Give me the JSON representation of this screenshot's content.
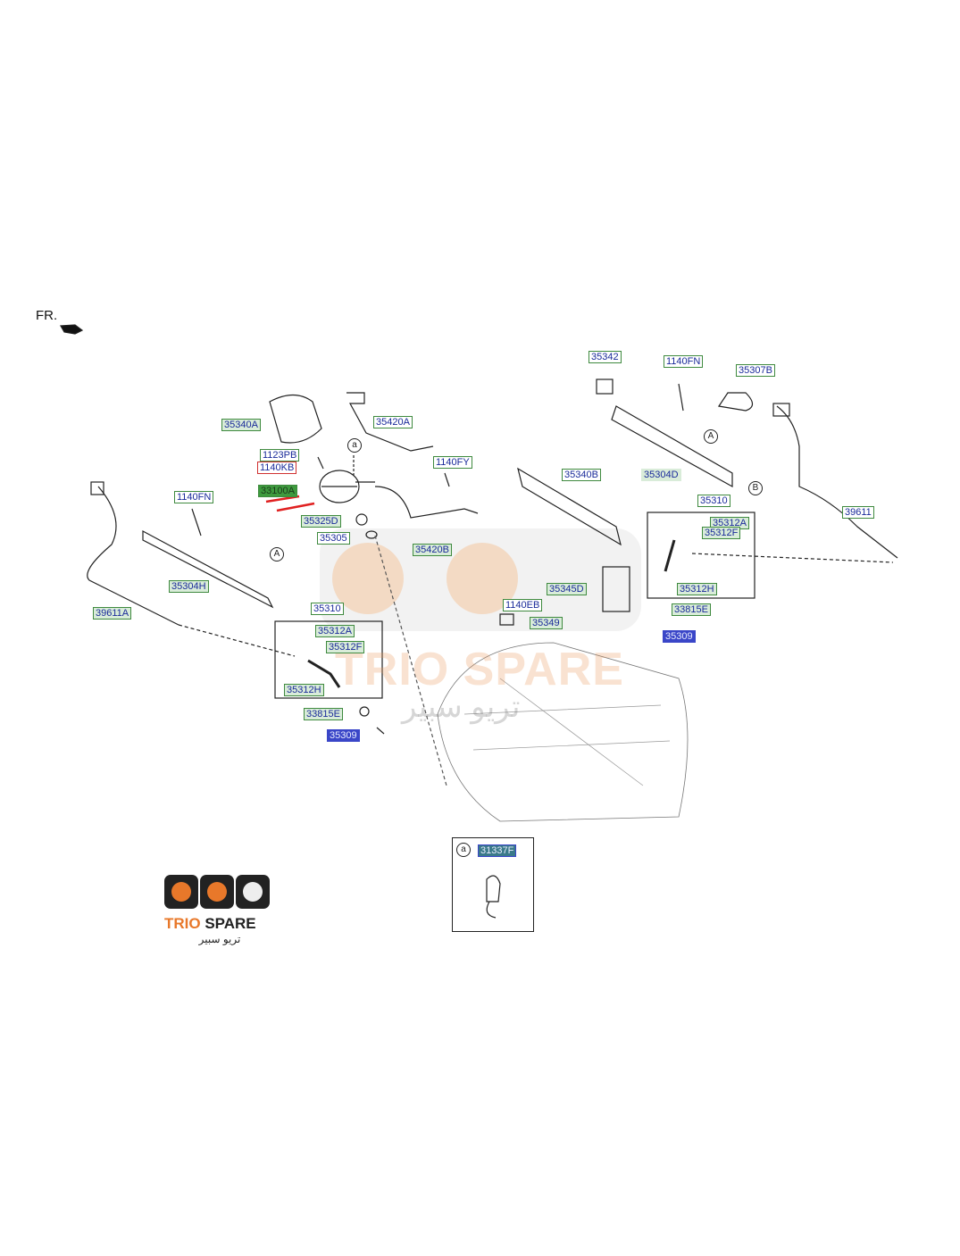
{
  "direction_marker": "FR.",
  "labels": [
    "35340A",
    "1123PB",
    "1140KB",
    "33100A",
    "35325D",
    "35305",
    "35420A",
    "1140FY",
    "35420B",
    "1140FN",
    "35304H",
    "39611A",
    "35310",
    "35312A",
    "35312F",
    "35312H",
    "33815E",
    "35309",
    "35342",
    "1140FN",
    "35307B",
    "35340B",
    "35304D",
    "35310",
    "35312A",
    "35312F",
    "35312H",
    "33815E",
    "35309",
    "35345D",
    "1140EB",
    "35349",
    "39611",
    "31337F"
  ],
  "markers": {
    "a": "a",
    "A": "A",
    "B": "B"
  },
  "watermark": {
    "text": "TRIO SPARE",
    "arabic": "تريو سبير"
  },
  "logo": {
    "brand_1": "TRIO",
    "brand_2": " SPARE",
    "arabic": "تريو سبير"
  },
  "colors": {
    "label_text": "#1a2a9a",
    "label_border": "#3f8a3f",
    "highlight_red": "#d03030",
    "arrow_red": "#e02020"
  }
}
